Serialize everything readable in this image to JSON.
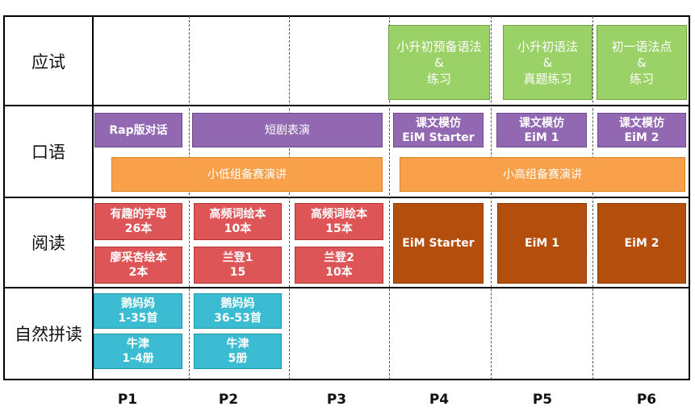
{
  "rows": {
    "exam": "应试",
    "speaking": "口语",
    "reading": "阅读",
    "phonics": "自然拼读"
  },
  "columns": [
    "P1",
    "P2",
    "P3",
    "P4",
    "P5",
    "P6"
  ],
  "exam": {
    "p4": [
      "小升初预备语法",
      "&",
      "练习"
    ],
    "p5": [
      "小升初语法",
      "&",
      "真题练习"
    ],
    "p6": [
      "初一语法点",
      "&",
      "练习"
    ]
  },
  "speaking": {
    "rap": "Rap版对话",
    "drama": "短剧表演",
    "p4": [
      "课文模仿",
      "EiM Starter"
    ],
    "p5": [
      "课文模仿",
      "EiM 1"
    ],
    "p6": [
      "课文模仿",
      "EiM 2"
    ],
    "low_speech": "小低组备赛演讲",
    "high_speech": "小高组备赛演讲"
  },
  "reading": {
    "p1_top": [
      "有趣的字母",
      "26本"
    ],
    "p1_bottom": [
      "廖采杏绘本",
      "2本"
    ],
    "p2_top": [
      "高频词绘本",
      "10本"
    ],
    "p2_bottom": [
      "兰登1",
      "15"
    ],
    "p3_top": [
      "高频词绘本",
      "15本"
    ],
    "p3_bottom": [
      "兰登2",
      "10本"
    ],
    "p4": "EiM Starter",
    "p5": "EiM 1",
    "p6": "EiM 2"
  },
  "phonics": {
    "p1_top": [
      "鹅妈妈",
      "1-35首"
    ],
    "p1_bottom": [
      "牛津",
      "1-4册"
    ],
    "p2_top": [
      "鹅妈妈",
      "36-53首"
    ],
    "p2_bottom": [
      "牛津",
      "5册"
    ]
  },
  "colors": {
    "green": "#9bd268",
    "purple": "#9268b3",
    "orange": "#f9a04a",
    "red": "#de5557",
    "brown": "#b44e0d",
    "teal": "#3cbcd2"
  }
}
